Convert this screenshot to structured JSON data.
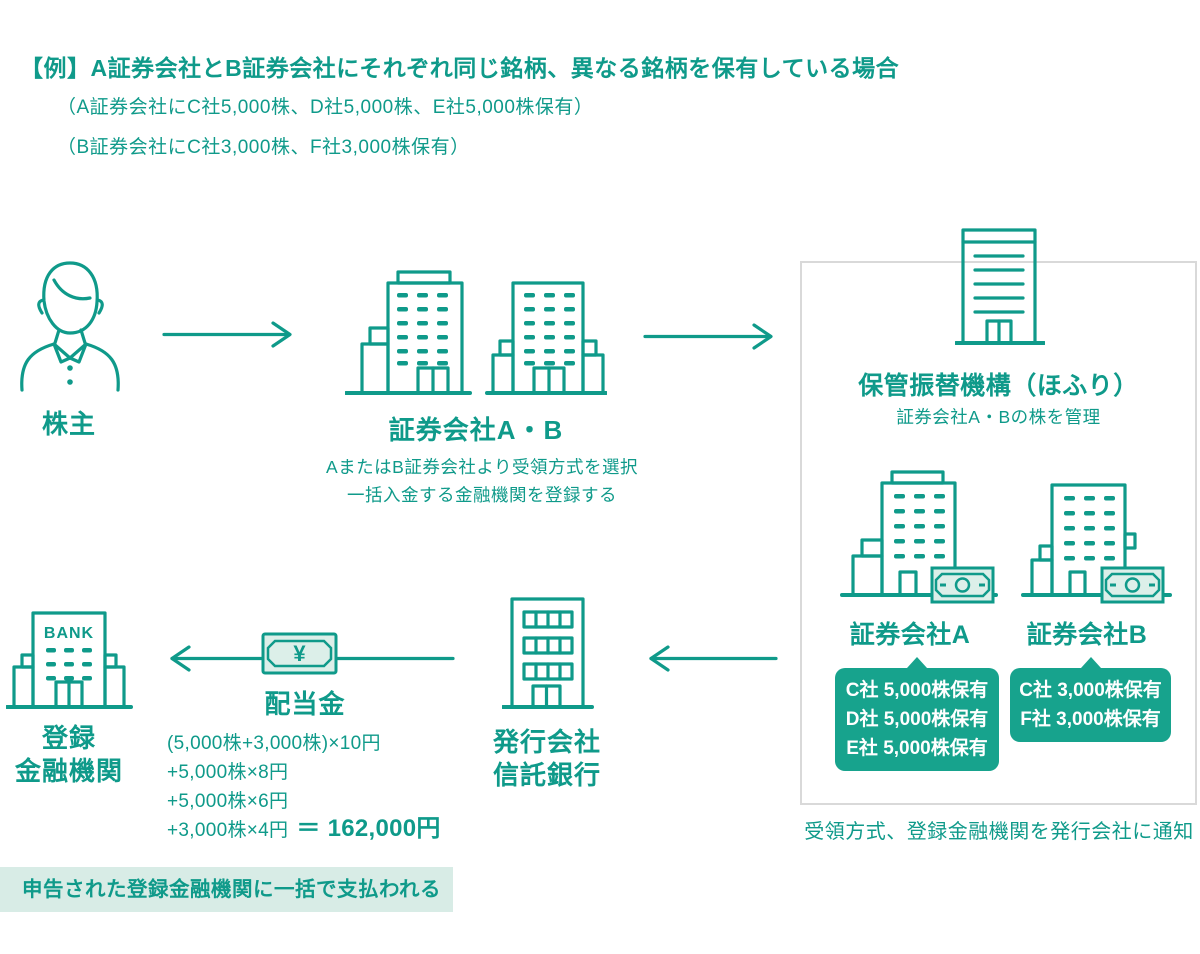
{
  "colors": {
    "teal": "#0f9a8a",
    "bubble_green": "#17a38d",
    "note_fill": "#dcefe9",
    "highlight_bg": "#d8ece6",
    "panel_border": "#d9d9d9"
  },
  "header": {
    "title": "【例】A証券会社とB証券会社にそれぞれ同じ銘柄、異なる銘柄を保有している場合",
    "note_a": "（A証券会社にC社5,000株、D社5,000株、E社5,000株保有）",
    "note_b": "（B証券会社にC社3,000株、F社3,000株保有）"
  },
  "shareholder": {
    "label": "株主"
  },
  "brokers": {
    "label": "証券会社A・B",
    "note1": "AまたはB証券会社より受領方式を選択",
    "note2": "一括入金する金融機関を登録する"
  },
  "hofuri": {
    "title": "保管振替機構（ほふり）",
    "subtitle": "証券会社A・Bの株を管理",
    "broker_a": {
      "label": "証券会社A",
      "holdings": [
        "C社 5,000株保有",
        "D社 5,000株保有",
        "E社 5,000株保有"
      ]
    },
    "broker_b": {
      "label": "証券会社B",
      "holdings": [
        "C社 3,000株保有",
        "F社 3,000株保有"
      ]
    },
    "notify_note": "受領方式、登録金融機関を発行会社に通知"
  },
  "registered_bank": {
    "label_line1": "登録",
    "label_line2": "金融機関",
    "icon_text": "BANK"
  },
  "dividend": {
    "label": "配当金",
    "yen_symbol": "¥",
    "calc_lines": [
      "(5,000株+3,000株)×10円",
      "+5,000株×8円",
      "+5,000株×6円",
      "+3,000株×4円"
    ],
    "total": "＝ 162,000円"
  },
  "issuer": {
    "label_line1": "発行会社",
    "label_line2": "信託銀行"
  },
  "payment_note": "申告された登録金融機関に一括で支払われる"
}
